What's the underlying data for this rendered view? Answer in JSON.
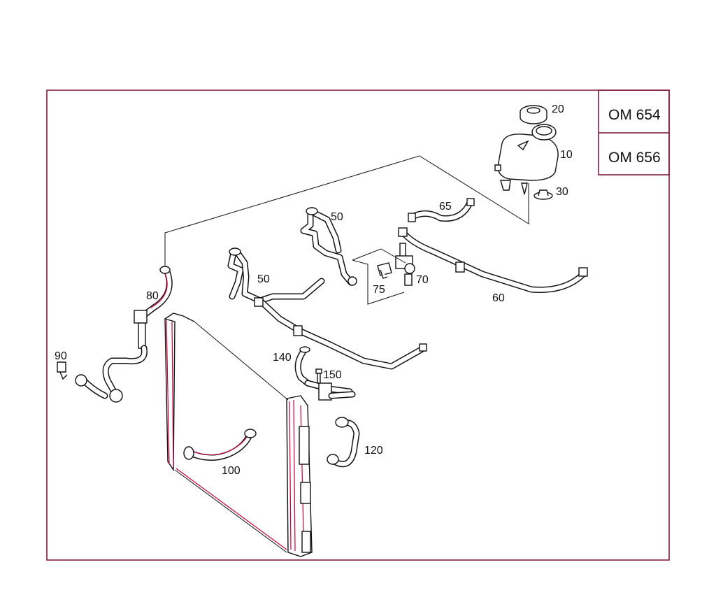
{
  "engine_variants": [
    "OM 654",
    "OM 656"
  ],
  "callouts": {
    "p10": "10",
    "p20": "20",
    "p30": "30",
    "p50a": "50",
    "p50b": "50",
    "p60": "60",
    "p65": "65",
    "p70": "70",
    "p75": "75",
    "p80": "80",
    "p90": "90",
    "p100": "100",
    "p120": "120",
    "p140": "140",
    "p150": "150"
  },
  "colors": {
    "frame": "#7a1030",
    "highlight": "#c8003c",
    "line": "#111111"
  }
}
